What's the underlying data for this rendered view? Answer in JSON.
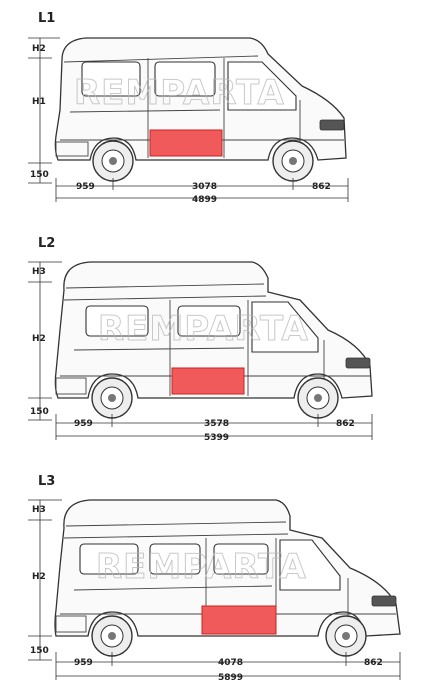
{
  "title": "",
  "vans": [
    {
      "name": "L1",
      "heights": [
        "H2",
        "H1",
        "150"
      ],
      "lengths": [
        "959",
        "3078",
        "862"
      ],
      "total": "4899"
    },
    {
      "name": "L2",
      "heights": [
        "H3",
        "H2",
        "150"
      ],
      "lengths": [
        "959",
        "3578",
        "862"
      ],
      "total": "5399"
    },
    {
      "name": "L3",
      "heights": [
        "H3",
        "H2",
        "150"
      ],
      "lengths": [
        "959",
        "4078",
        "862"
      ],
      "total": "5899"
    }
  ],
  "watermark": "REMPARTA",
  "colors": {
    "panel": "#f05a5a",
    "line": "#333333"
  }
}
